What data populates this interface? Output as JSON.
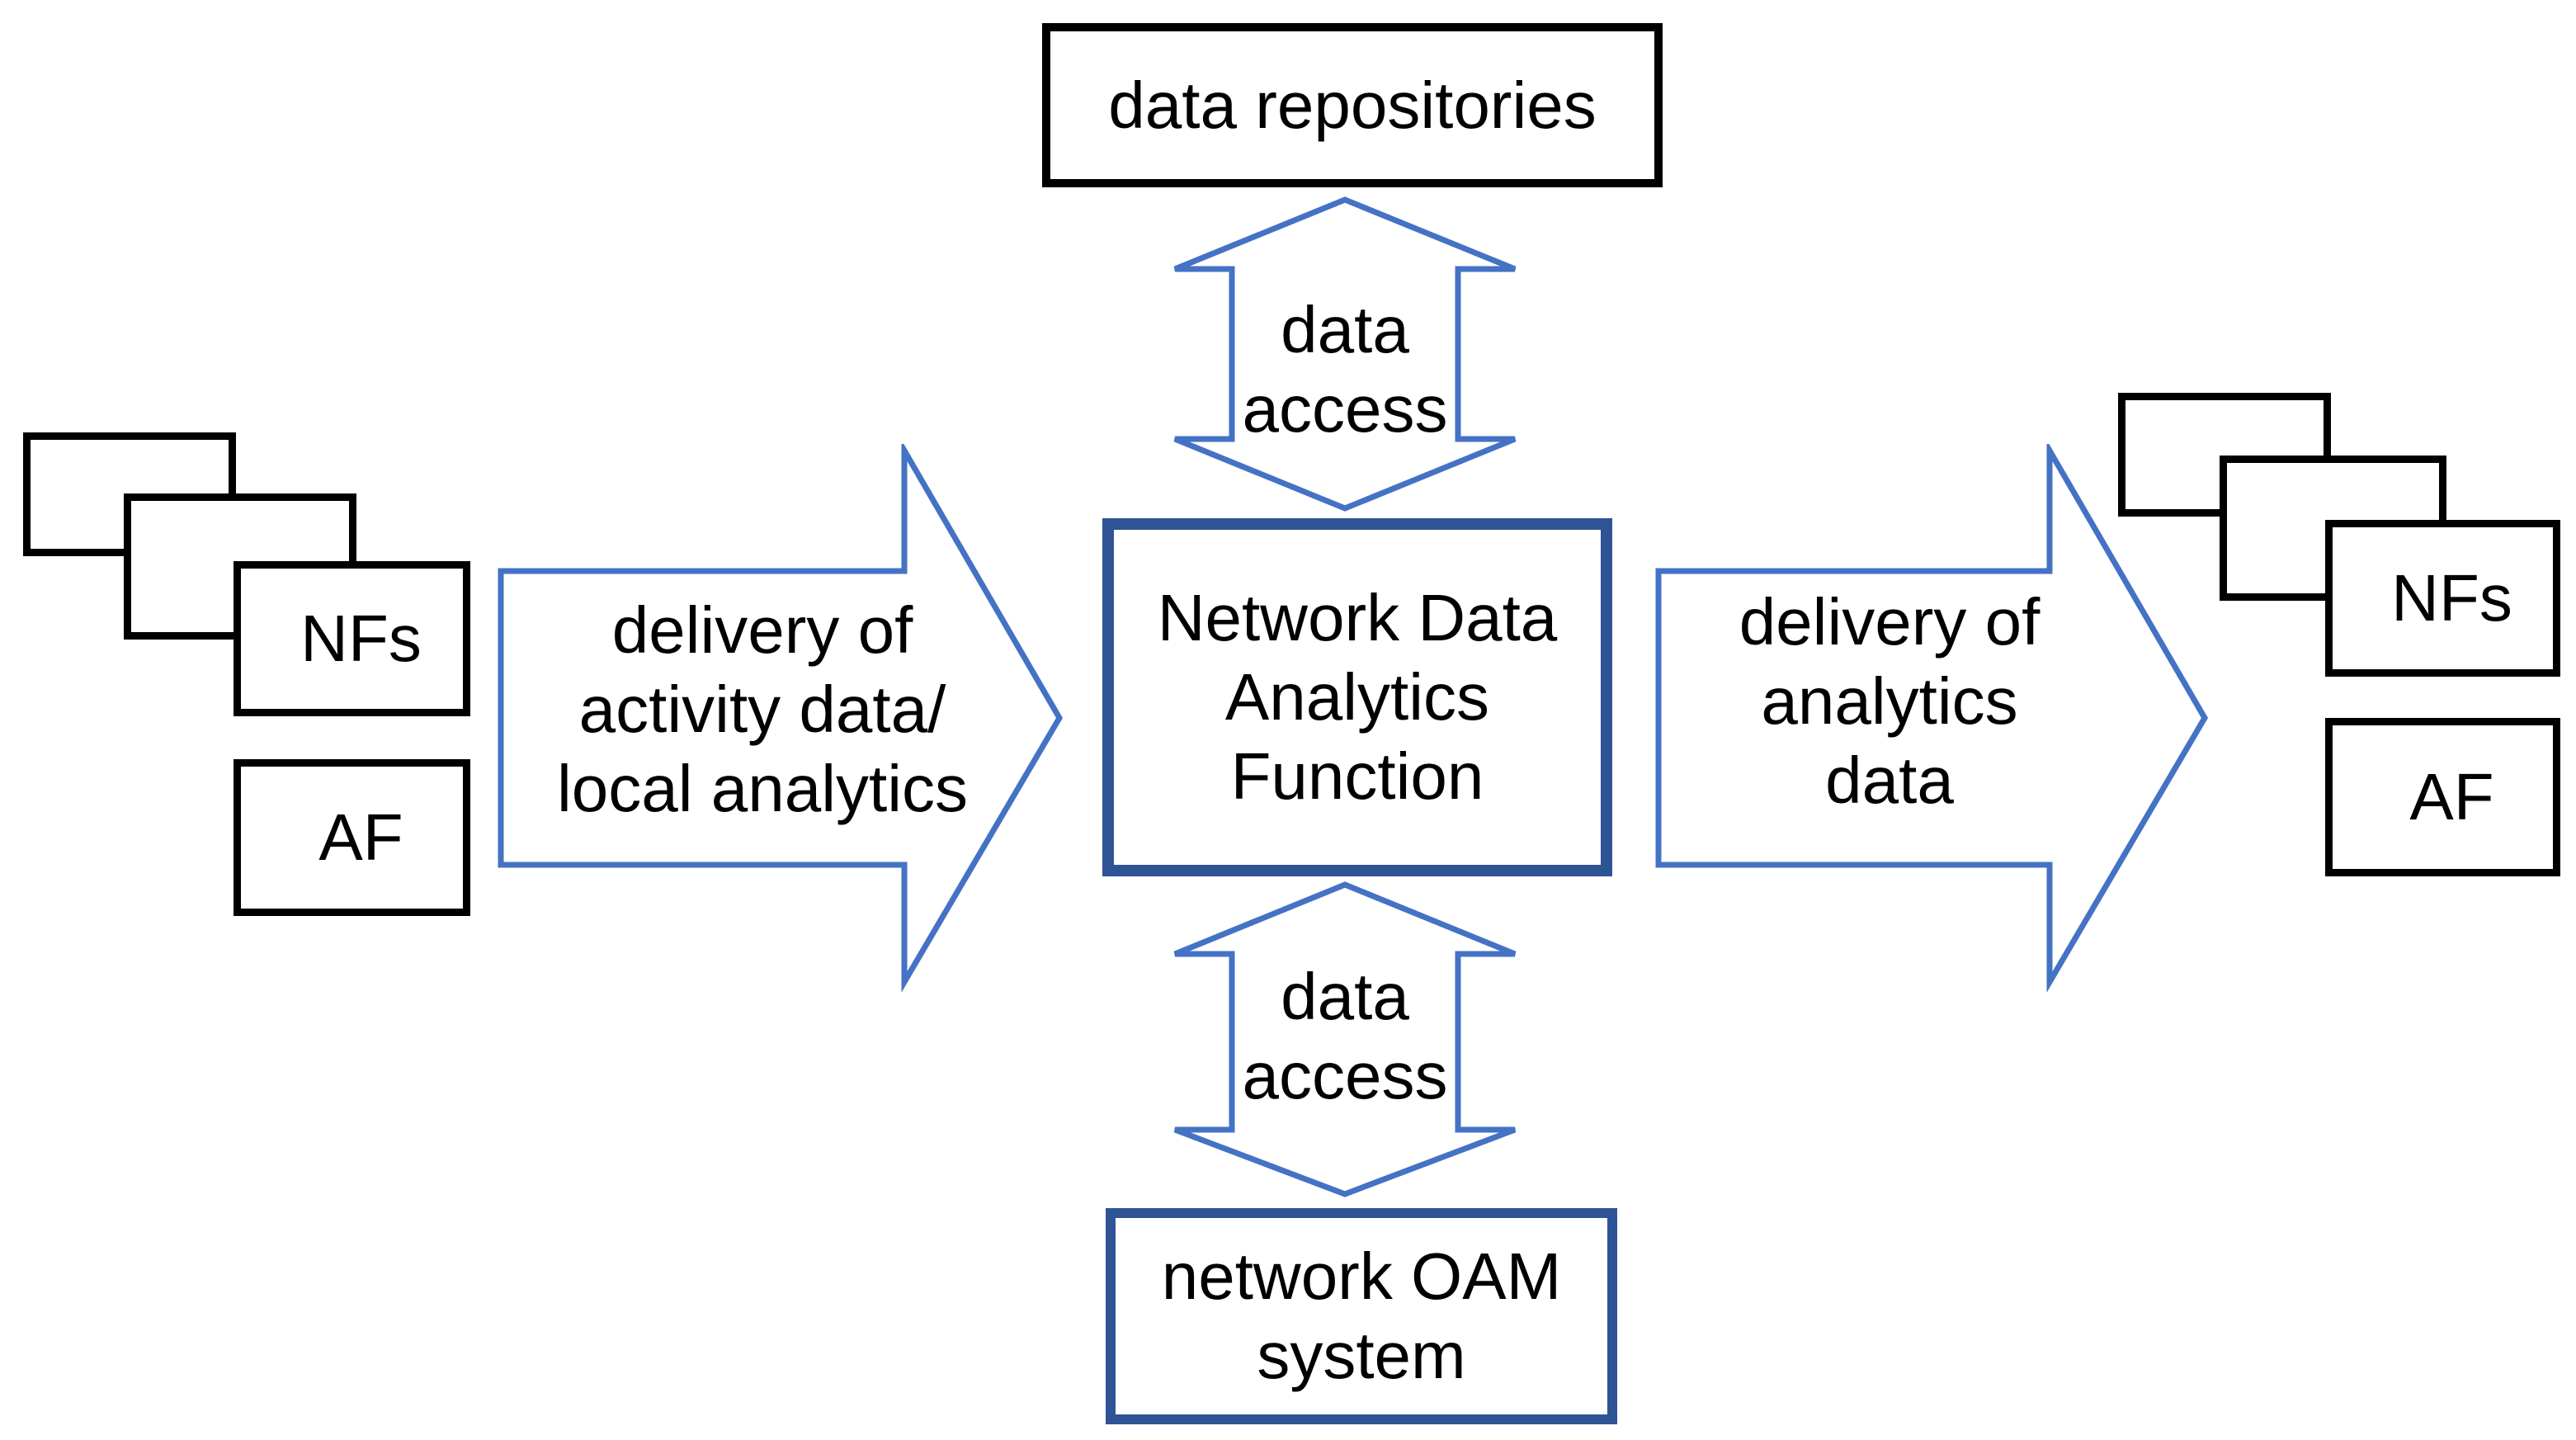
{
  "colors": {
    "background": "#FFFFFF",
    "black_box_border": "#000000",
    "navy_box_border": "#2F5496",
    "arrow_blue": "#4472C4",
    "text": "#000000"
  },
  "nodes": {
    "data_repositories": {
      "label": "data repositories"
    },
    "nwdaf": {
      "lines": [
        "Network Data",
        "Analytics",
        "Function"
      ]
    },
    "network_oam": {
      "lines": [
        "network OAM",
        "system"
      ]
    },
    "left_group": {
      "nfs_label": "NFs",
      "af_label": "AF"
    },
    "right_group": {
      "nfs_label": "NFs",
      "af_label": "AF"
    }
  },
  "arrows": {
    "top_data_access": {
      "type": "double-headed-vertical",
      "lines": [
        "data",
        "access"
      ]
    },
    "bottom_data_access": {
      "type": "double-headed-vertical",
      "lines": [
        "data",
        "access"
      ]
    },
    "left_delivery": {
      "type": "block-arrow-right",
      "lines": [
        "delivery of",
        "activity data/",
        "local analytics"
      ]
    },
    "right_delivery": {
      "type": "block-arrow-right",
      "lines": [
        "delivery of",
        "analytics",
        "data"
      ]
    }
  }
}
